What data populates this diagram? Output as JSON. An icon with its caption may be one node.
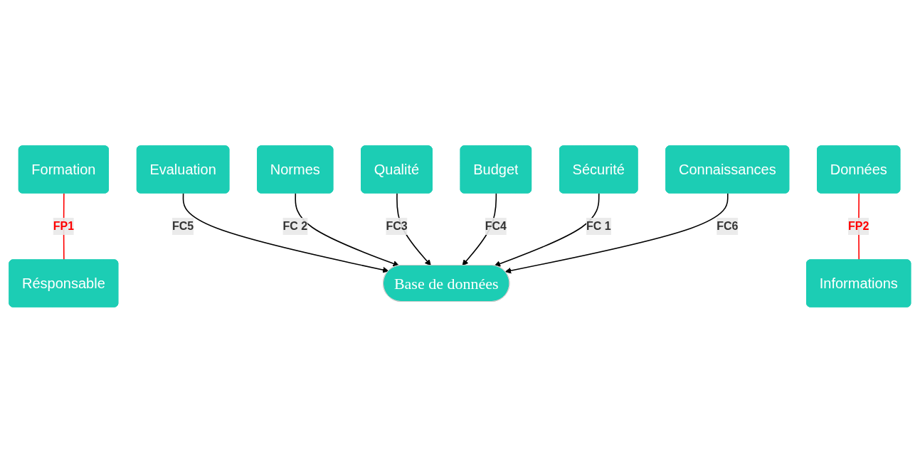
{
  "diagram": {
    "nodes": [
      {
        "text": [
          "Formation"
        ]
      },
      {
        "text": [
          "Résponsable"
        ]
      },
      {
        "text": [
          "Evaluation"
        ]
      },
      {
        "text": [
          "Données"
        ]
      },
      {
        "text": [
          "Normes"
        ]
      },
      {
        "text": [
          "Base de données"
        ]
      },
      {
        "text": [
          "Informations"
        ]
      },
      {
        "text": [
          "Qualité"
        ]
      },
      {
        "text": [
          "Sécurité"
        ]
      },
      {
        "text": [
          "Connaissances"
        ]
      },
      {
        "text": [
          "Budget"
        ]
      }
    ],
    "edges": [
      {
        "from": 0,
        "to": 1,
        "arrow": "none",
        "label": "FP1",
        "color": "#ff0000"
      },
      {
        "from": 3,
        "to": 6,
        "arrow": "none",
        "label": "FP2",
        "color": "#ff0000"
      },
      {
        "from": 2,
        "to": 5,
        "arrow": "to",
        "label": "FC5"
      },
      {
        "from": 4,
        "to": 5,
        "arrow": "to",
        "label": "FC 2"
      },
      {
        "from": 7,
        "to": 5,
        "arrow": "to",
        "label": "FC3"
      },
      {
        "from": 10,
        "to": 5,
        "arrow": "to",
        "label": "FC4"
      },
      {
        "from": 8,
        "to": 5,
        "arrow": "to",
        "label": "FC 1"
      },
      {
        "from": 9,
        "to": 5,
        "arrow": "to",
        "label": "FC6"
      }
    ]
  }
}
